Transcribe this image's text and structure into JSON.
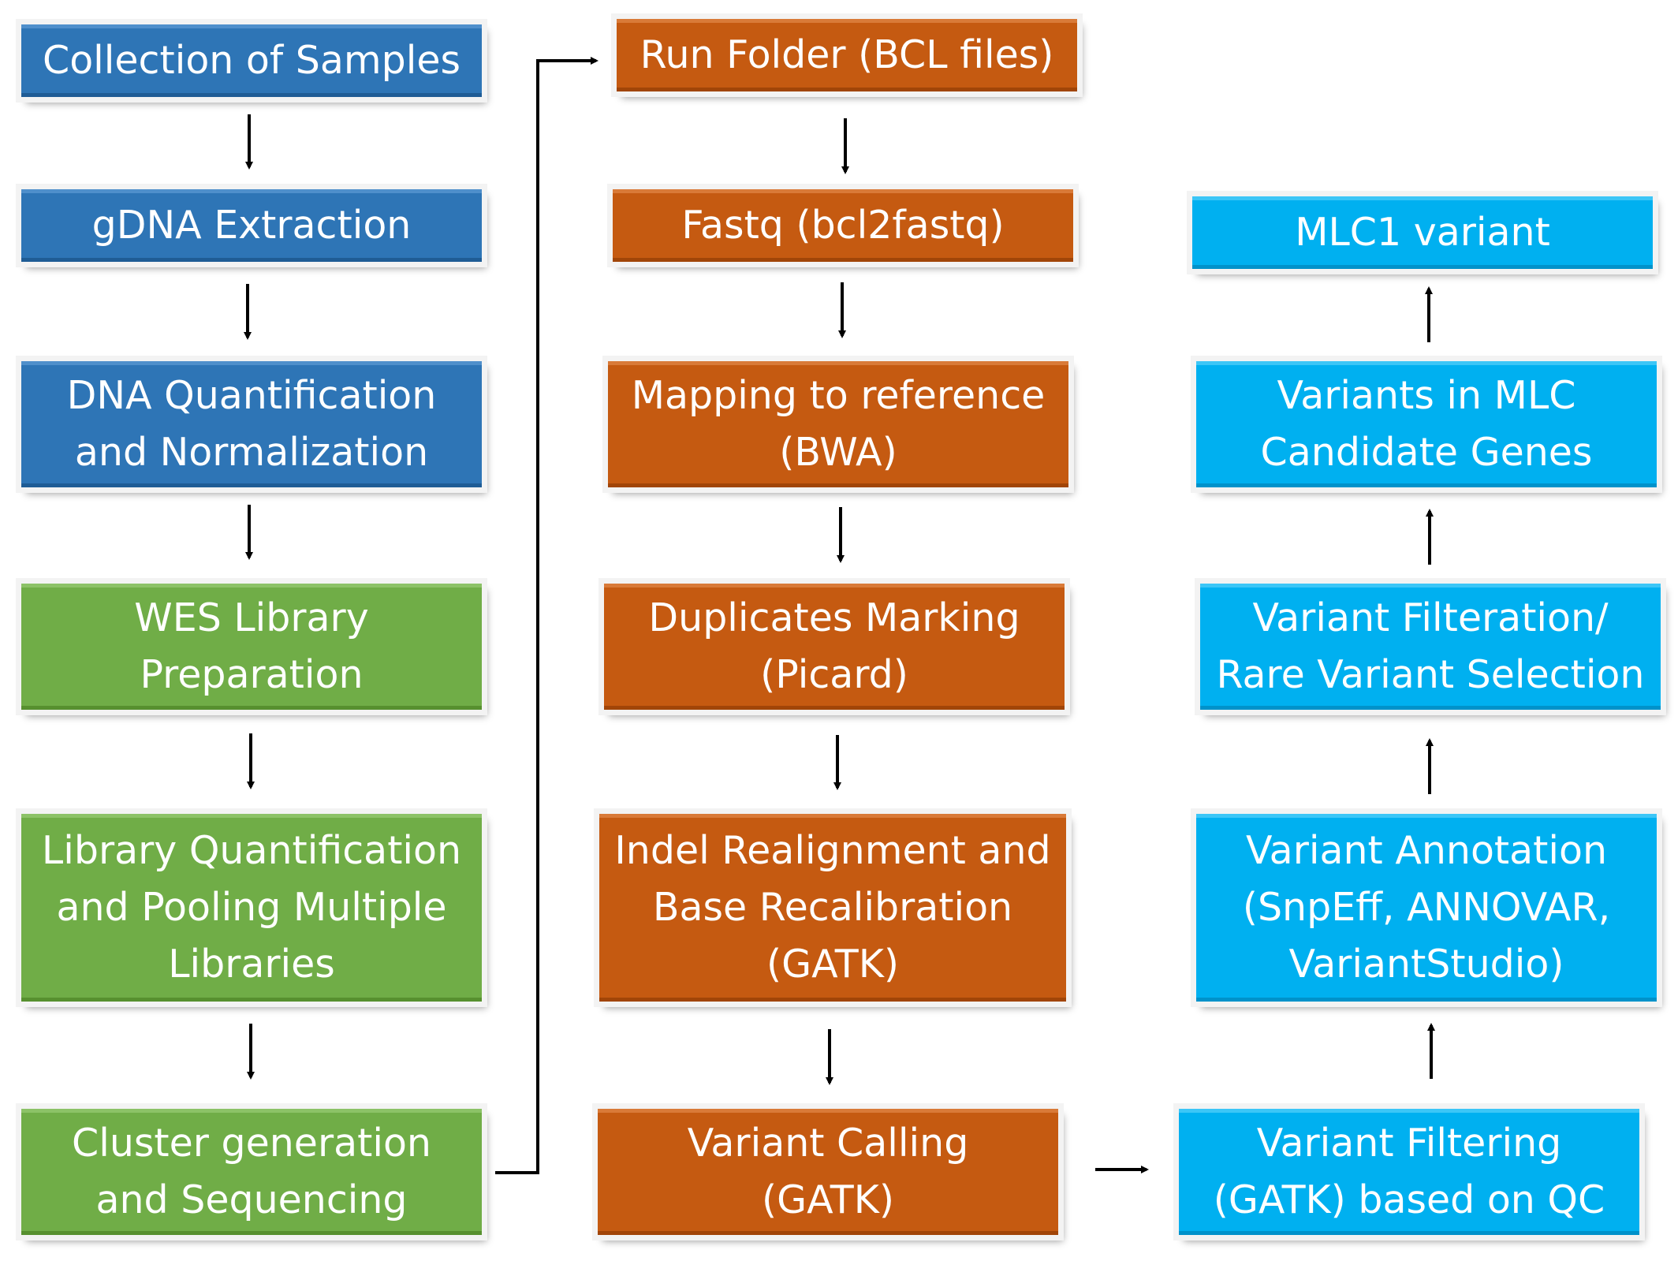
{
  "pipeline": {
    "column1": [
      {
        "lines": [
          "Collection of Samples"
        ]
      },
      {
        "lines": [
          "gDNA Extraction"
        ]
      },
      {
        "lines": [
          "DNA Quantification",
          "and Normalization"
        ]
      },
      {
        "lines": [
          "WES Library",
          "Preparation"
        ]
      },
      {
        "lines": [
          "Library Quantification",
          "and Pooling Multiple",
          "Libraries"
        ]
      },
      {
        "lines": [
          "Cluster generation",
          "and Sequencing"
        ]
      }
    ],
    "column2": [
      {
        "lines": [
          "Run Folder (BCL files)"
        ]
      },
      {
        "lines": [
          "Fastq (bcl2fastq)"
        ]
      },
      {
        "lines": [
          "Mapping to reference",
          "(BWA)"
        ]
      },
      {
        "lines": [
          "Duplicates Marking",
          "(Picard)"
        ]
      },
      {
        "lines": [
          "Indel Realignment and",
          "Base Recalibration",
          "(GATK)"
        ]
      },
      {
        "lines": [
          "Variant Calling",
          "(GATK)"
        ]
      }
    ],
    "column3": [
      {
        "lines": [
          "MLC1 variant"
        ]
      },
      {
        "lines": [
          "Variants in MLC",
          "Candidate Genes"
        ]
      },
      {
        "lines": [
          "Variant Filteration/",
          "Rare Variant Selection"
        ]
      },
      {
        "lines": [
          "Variant Annotation",
          "(SnpEff, ANNOVAR,",
          "VariantStudio)"
        ]
      },
      {
        "lines": [
          "Variant Filtering",
          "(GATK) based on QC"
        ]
      }
    ]
  },
  "colors": {
    "sample_prep": "#2e75b6",
    "library": "#70ad47",
    "processing": "#c55a11",
    "analysis": "#00b0f0",
    "arrow": "#000000"
  }
}
